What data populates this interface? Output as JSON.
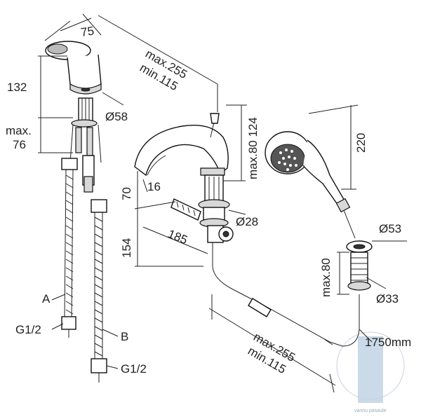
{
  "labels": {
    "top_width": "75",
    "max_255_top": "max.255",
    "min_115_top": "min.115",
    "height_132": "132",
    "dia_58": "Ø58",
    "max_label": "max.",
    "max_76": "76",
    "max_80_124": "max.80 124",
    "shower_220": "220",
    "dim_70": "70",
    "dim_16": "16",
    "dim_154": "154",
    "dim_185": "185",
    "dia_28": "Ø28",
    "dia_53": "Ø53",
    "max_80_right": "max.80",
    "dia_33": "Ø33",
    "hose_label_a": "A",
    "hose_label_b": "B",
    "thread_g12_left": "G1/2",
    "thread_g12_right": "G1/2",
    "hose_length": "1750mm",
    "max_255_bottom": "max.255",
    "min_115_bottom": "min.115",
    "watermark": "vannu pasaule"
  },
  "colors": {
    "line": "#222222",
    "watermark_blue": "#b9cde0"
  }
}
